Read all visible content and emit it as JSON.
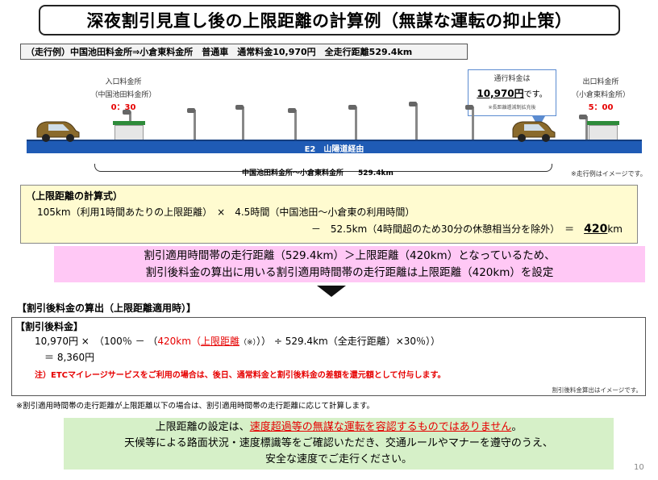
{
  "title": "深夜割引見直し後の上限距離の計算例（無謀な運転の抑止策）",
  "example": "（走行例）中国池田料金所⇒小倉東料金所　普通車　通常料金10,970円　全走行距離529.4km",
  "scene": {
    "entry_gate": {
      "name": "入口料金所",
      "place": "（中国池田料金所）",
      "time": "0：30"
    },
    "exit_gate": {
      "name": "出口料金所",
      "place": "（小倉東料金所）",
      "time": "5：00"
    },
    "fare": {
      "label": "通行料金は",
      "amount": "10,970円",
      "suffix": "です。",
      "note": "※長距離逓減制拡充後"
    },
    "road_label": "E2　山陽道経由",
    "distance_label": "中国池田料金所～小倉東料金所",
    "distance_value": "529.4km",
    "note": "※走行例はイメージです。"
  },
  "formula": {
    "title": "（上限距離の計算式）",
    "line1": "105km（利用1時間あたりの上限距離）　×　4.5時間（中国池田～小倉東の利用時間）",
    "line2": "－　52.5km（4時間超のため30分の休憩相当分を除外）　＝　",
    "result_value": "420",
    "result_unit": "km"
  },
  "explanation": {
    "line1": "割引適用時間帯の走行距離（529.4km）＞上限距離（420km）となっているため、",
    "line2": "割引後料金の算出に用いる割引適用時間帯の走行距離は上限距離（420km）を設定"
  },
  "calc": {
    "heading": "【割引後料金の算出（上限距離適用時）】",
    "box_title": "【割引後料金】",
    "l1_a": "10,970円 ×　（100％ － （",
    "l1_b": "420km（",
    "l1_c": "上限距離",
    "l1_d": "（※）",
    "l1_e": "）",
    "l1_f": "） ÷ 529.4km（全走行距離）×30％））",
    "l2": "＝ 8,360円",
    "note": "注）ETCマイレージサービスをご利用の場合は、後日、通常料金と割引後料金の差額を還元額として付与します。",
    "image_note": "割引後料金算出はイメージです。"
  },
  "bottom_note": "※割引適用時間帯の走行距離が上限距離以下の場合は、割引適用時間帯の走行距離に応じて計算します。",
  "notice": {
    "l1_a": "上限距離の設定は、",
    "l1_b": "速度超過等の無謀な運転を容認するものではありません",
    "l1_c": "。",
    "l2": "天候等による路面状況・速度標識等をご確認いただき、交通ルールやマナーを遵守のうえ、",
    "l3": "安全な速度でご走行ください。"
  },
  "page_number": "10",
  "colors": {
    "road": "#1f5bb5",
    "pink": "#ffc8f5",
    "green": "#d6f0c8",
    "yellow": "#fffbd0",
    "red": "#e60000"
  }
}
